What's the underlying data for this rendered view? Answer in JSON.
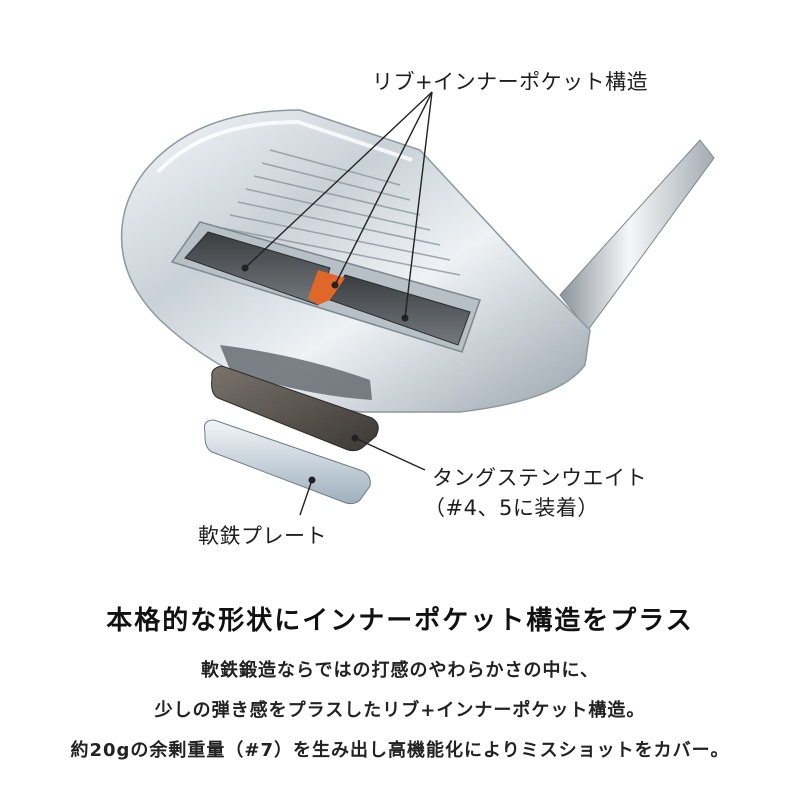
{
  "labels": {
    "rib_pocket": "リブ+インナーポケット構造",
    "tungsten_weight": "タングステンウエイト",
    "tungsten_note": "（#4、5に装着）",
    "soft_iron_plate": "軟鉄プレート"
  },
  "headline": "本格的な形状にインナーポケット構造をプラス",
  "body": [
    "軟鉄鍛造ならではの打感のやわらかさの中に、",
    "少しの弾き感をプラスしたリブ+インナーポケット構造。",
    "約20gの余剰重量（#7）を生み出し高機能化によりミスショットをカバー。"
  ],
  "colors": {
    "rib_accent": "#e0662a",
    "tungsten": "#5a5550",
    "chrome": "#cfd6dc"
  }
}
